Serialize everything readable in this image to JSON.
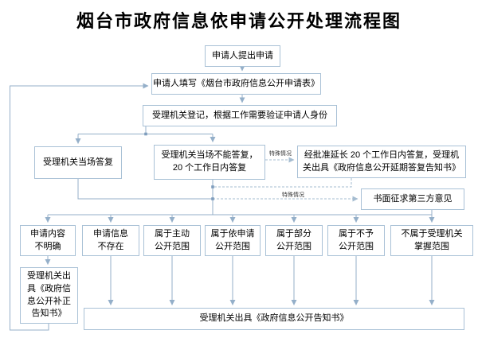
{
  "title": "烟台市政府信息依申请公开处理流程图",
  "colors": {
    "connector_line": "#94afc9",
    "dashed_line": "#a5bcd0",
    "box_border": "#a9c1d6",
    "text": "#000000"
  },
  "nodes": {
    "submit": {
      "lines": [
        "申请人提出申请"
      ]
    },
    "fill": {
      "lines": [
        "申请人填写《烟台市政府信息公开申请表》"
      ]
    },
    "register": {
      "lines": [
        "受理机关登记，根据工作需要验证申请人身份"
      ]
    },
    "onspot": {
      "lines": [
        "受理机关当场答复"
      ]
    },
    "cannot": {
      "lines": [
        "受理机关当场不能答复，",
        "20 个工作日内答复"
      ]
    },
    "delay": {
      "lines": [
        "经批准延长 20 个工作日内答复，受理机",
        "关出具《政府信息公开延期答复告知书》"
      ]
    },
    "third": {
      "lines": [
        "书面征求第三方意见"
      ]
    },
    "cat1": {
      "lines": [
        "申请内容",
        "不明确"
      ]
    },
    "cat2": {
      "lines": [
        "申请信息",
        "不存在"
      ]
    },
    "cat3": {
      "lines": [
        "属于主动",
        "公开范围"
      ]
    },
    "cat4": {
      "lines": [
        "属于依申请",
        "公开范围"
      ]
    },
    "cat5": {
      "lines": [
        "属于部分",
        "公开范围"
      ]
    },
    "cat6": {
      "lines": [
        "属于不予",
        "公开范围"
      ]
    },
    "cat7": {
      "lines": [
        "不属于受理机关",
        "掌握范围"
      ]
    },
    "fix": {
      "lines": [
        "受理机关出",
        "具《政府信",
        "息公开补正",
        "告知书》"
      ]
    },
    "notice": {
      "lines": [
        "受理机关出具《政府信息公开告知书》"
      ]
    }
  },
  "edge_labels": {
    "special1": "特殊情况",
    "special2": "特殊情况"
  }
}
